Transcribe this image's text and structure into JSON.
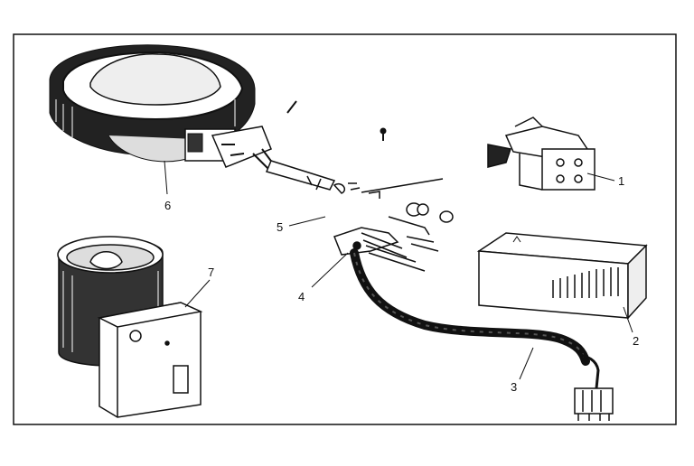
{
  "diagram": {
    "background": "#ffffff",
    "ink": "#111111",
    "parts": [
      {
        "id": "1",
        "label": "1",
        "name": "solenoid-valve"
      },
      {
        "id": "2",
        "label": "2",
        "name": "control-box"
      },
      {
        "id": "3",
        "label": "3",
        "name": "wire-harness"
      },
      {
        "id": "4",
        "label": "4",
        "name": "wire-clamp"
      },
      {
        "id": "5",
        "label": "5",
        "name": "mounting-hardware"
      },
      {
        "id": "6",
        "label": "6",
        "name": "burner-assembly"
      },
      {
        "id": "7",
        "label": "7",
        "name": "blower-motor-assembly"
      }
    ]
  }
}
